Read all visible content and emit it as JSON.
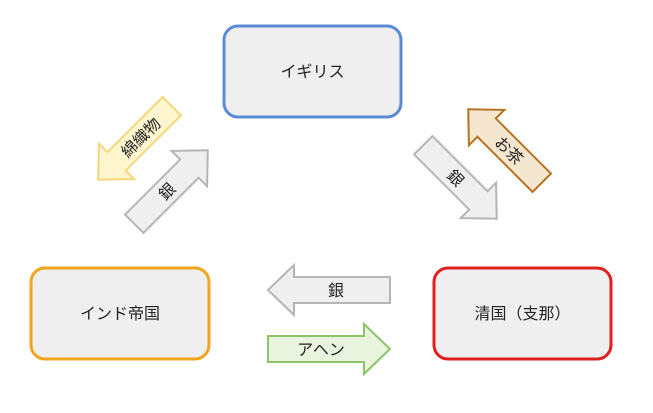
{
  "nodes": {
    "britain": {
      "label": "イギリス",
      "border_color": "#5b8bd6",
      "fill_color": "#efefef"
    },
    "india": {
      "label": "インド帝国",
      "border_color": "#f2a51e",
      "fill_color": "#efefef"
    },
    "qing": {
      "label": "清国（支那）",
      "border_color": "#e01f1f",
      "fill_color": "#efefef"
    }
  },
  "flows": {
    "cotton_to_india": {
      "label": "綿織物",
      "from": "イギリス",
      "to": "インド帝国",
      "fill_color": "#fff6cf",
      "stroke_color": "#f5d77a"
    },
    "silver_india_to_britain": {
      "label": "銀",
      "from": "インド帝国",
      "to": "イギリス",
      "fill_color": "#efefef",
      "stroke_color": "#b5b5b5"
    },
    "tea_to_britain": {
      "label": "お茶",
      "from": "清国（支那）",
      "to": "イギリス",
      "fill_color": "#f5e6cf",
      "stroke_color": "#b5731f"
    },
    "silver_britain_to_qing": {
      "label": "銀",
      "from": "イギリス",
      "to": "清国（支那）",
      "fill_color": "#efefef",
      "stroke_color": "#b5b5b5"
    },
    "silver_qing_to_india": {
      "label": "銀",
      "from": "清国（支那）",
      "to": "インド帝国",
      "fill_color": "#efefef",
      "stroke_color": "#b5b5b5"
    },
    "opium_to_qing": {
      "label": "アヘン",
      "from": "インド帝国",
      "to": "清国（支那）",
      "fill_color": "#e8f4dd",
      "stroke_color": "#8cc46a"
    }
  }
}
